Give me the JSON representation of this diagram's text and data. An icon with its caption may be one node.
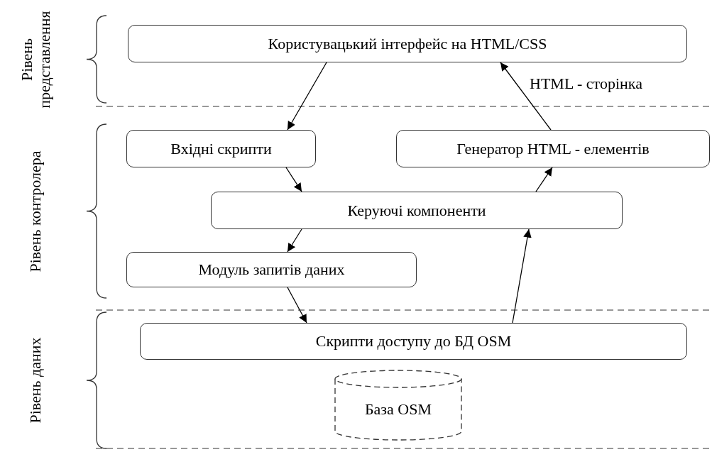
{
  "diagram": {
    "nodes": [
      {
        "text": [
          "Користувацький інтерфейс на HTML/CSS"
        ]
      },
      {
        "text": [
          "Вхідні скрипти"
        ]
      },
      {
        "text": [
          "Генератор HTML - елементів"
        ]
      },
      {
        "text": [
          "Керуючі компоненти"
        ]
      },
      {
        "text": [
          "Модуль запитів даних"
        ]
      },
      {
        "text": [
          "Скрипти доступу до БД OSM"
        ]
      },
      {
        "text": [
          "База OSM"
        ]
      }
    ],
    "edges": [
      {
        "from": 0,
        "to": 1,
        "arrow": "to"
      },
      {
        "from": 1,
        "to": 3,
        "arrow": "to"
      },
      {
        "from": 3,
        "to": 4,
        "arrow": "to"
      },
      {
        "from": 4,
        "to": 5,
        "arrow": "to"
      },
      {
        "from": 5,
        "to": 3,
        "arrow": "to"
      },
      {
        "from": 3,
        "to": 2,
        "arrow": "to"
      },
      {
        "from": 2,
        "to": 0,
        "arrow": "to",
        "label": "HTML - сторінка"
      }
    ],
    "labels": [
      "Рівень представлення",
      "Рівень контролера",
      "Рівень даних"
    ]
  }
}
